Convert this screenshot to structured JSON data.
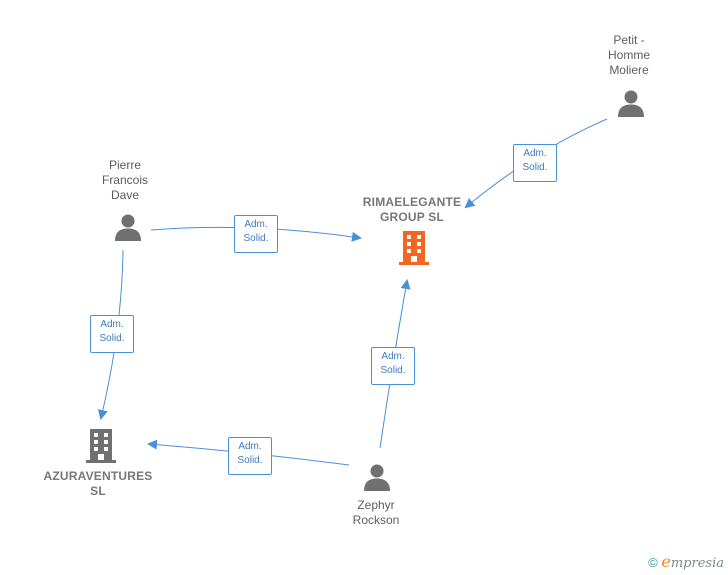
{
  "nodes": {
    "petit": {
      "label_lines": [
        "Petit -",
        "Homme",
        "Moliere"
      ],
      "type": "person"
    },
    "pierre": {
      "label_lines": [
        "Pierre",
        "Francois",
        "Dave"
      ],
      "type": "person"
    },
    "rimaelegante": {
      "label_lines": [
        "RIMAELEGANTE",
        "GROUP  SL"
      ],
      "type": "company",
      "highlight": true
    },
    "azuraventures": {
      "label_lines": [
        "AZURAVENTURES",
        "SL"
      ],
      "type": "company",
      "highlight": false
    },
    "zephyr": {
      "label_lines": [
        "Zephyr",
        "Rockson"
      ],
      "type": "person"
    }
  },
  "edges": [
    {
      "from": "petit",
      "to": "rimaelegante",
      "label_lines": [
        "Adm.",
        "Solid."
      ]
    },
    {
      "from": "pierre",
      "to": "rimaelegante",
      "label_lines": [
        "Adm.",
        "Solid."
      ]
    },
    {
      "from": "pierre",
      "to": "azuraventures",
      "label_lines": [
        "Adm.",
        "Solid."
      ]
    },
    {
      "from": "zephyr",
      "to": "rimaelegante",
      "label_lines": [
        "Adm.",
        "Solid."
      ]
    },
    {
      "from": "zephyr",
      "to": "azuraventures",
      "label_lines": [
        "Adm.",
        "Solid."
      ]
    }
  ],
  "colors": {
    "edge": "#4a90d9",
    "person_icon": "#707070",
    "company_icon": "#707070",
    "company_highlight": "#f26522"
  },
  "footer": {
    "copyright": "©",
    "brand_initial": "e",
    "brand_rest": "mpresia"
  }
}
